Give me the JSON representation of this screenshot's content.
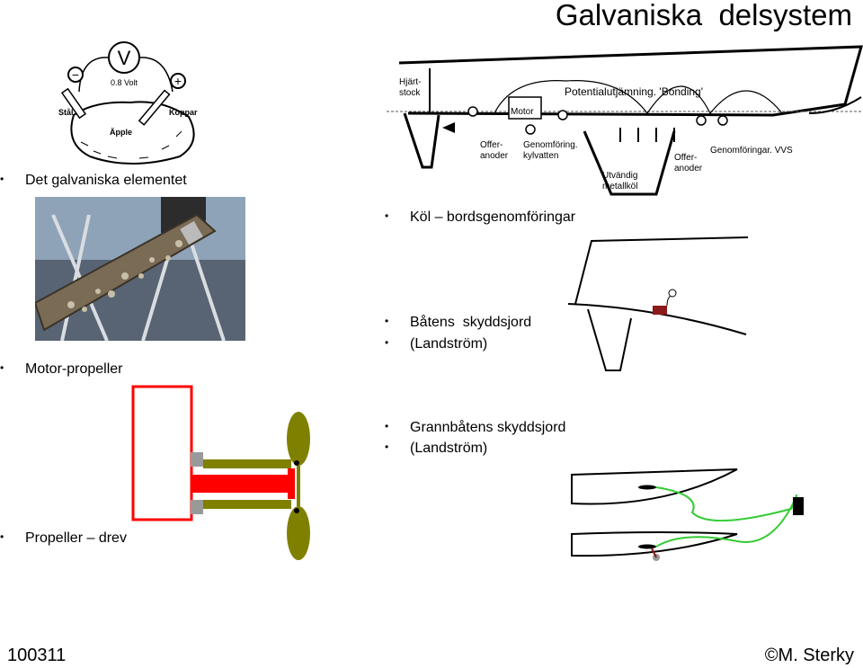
{
  "slide": {
    "title": "Galvaniska  delsystem",
    "footer_left": "100311",
    "footer_right": "©M. Sterky"
  },
  "bullets": {
    "galvanic_element": "Det galvaniska elementet",
    "motor_propeller": "Motor-propeller",
    "propeller_drive": "Propeller – drev",
    "keel_fittings": "Köl – bordsgenomföringar",
    "shore_ground_1": "Båtens  skyddsjord",
    "shore_ground_2": "(Landström)",
    "neighbor_ground_1": "Grannbåtens skyddsjord",
    "neighbor_ground_2": "(Landström)"
  },
  "galvanic_cell": {
    "meter_letter": "V",
    "voltage": "0.8 Volt",
    "minus": "−",
    "plus": "+",
    "steel": "Stål",
    "copper": "Koppar",
    "apple": "Äpple"
  },
  "hull_diagram": {
    "rudder_stock": "Hjärt-\nstock",
    "bonding": "Potentialutjämning. 'Bonding'",
    "motor": "Motor",
    "sacrificial_anodes_1": "Offer-\nanoder",
    "through_hull_cooling": "Genomföring.\nkylvatten",
    "external_keel": "Utvändig\nmetallköl",
    "sacrificial_anodes_2": "Offer-\nanoder",
    "through_hulls_vvs": "Genomföringar. VVS"
  },
  "colors": {
    "shaft_red": "#ff0000",
    "prop_olive": "#808000",
    "clamp_gray": "#999999",
    "cable_green": "#33cc33",
    "ground_plate": "#8b1a1a"
  }
}
